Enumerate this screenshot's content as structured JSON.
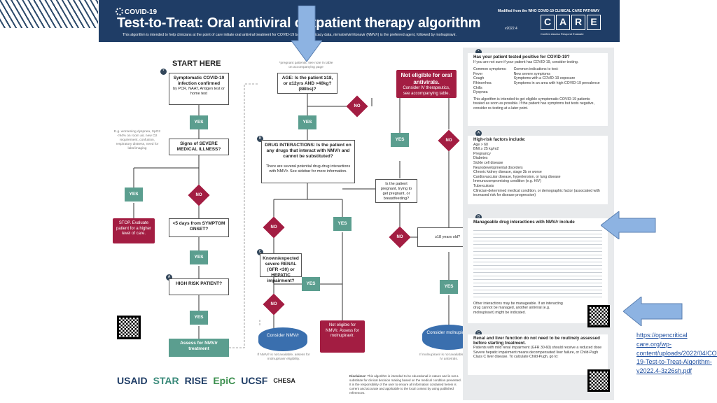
{
  "banner": {
    "covid": "COVID-19",
    "title": "Test-to-Treat: Oral antiviral outpatient therapy algorithm",
    "version": "v2022.4",
    "subtitle": "This algorithm is intended to help clinicians at the point of care initiate oral antiviral treatment for COVID-19 based on efficacy data, nirmatrelvir/ritonavir (NMV/r) is the preferred agent, followed by molnupiravir.",
    "modified": "Modified from the WHO COVID-19 CLINICAL CARE PATHWAY",
    "care_letters": [
      "C",
      "A",
      "R",
      "E"
    ],
    "care_sub": "Confirm   Assess   Respond   Evaluate"
  },
  "flow": {
    "start": "START HERE",
    "symptomatic": "Symptomatic COVID-19 infection confirmed",
    "symptomatic_sub": "by PCR, NAAT, Antigen test or home test",
    "severe_note": "E.g. worsening dyspnea, SpO2 <94% on room air, new O2 requirement, confusion, respiratory distress, need for labs/imaging",
    "severe": "Signs of SEVERE MEDICAL ILLNESS?",
    "stop": "STOP. Evaluate patient for a higher level of care.",
    "onset": "<5 days from SYMPTOM ONSET?",
    "high_risk": "HIGH RISK PATIENT?",
    "assess": "Assess for NMV/r treatment",
    "preg_note": "*pregnant patients, see note in table on accompanying page",
    "age": "AGE: Is the patient ≥18, or ≥12yrs AND >40kg? (88lbs)?",
    "not_eligible_oral": "Not eligible for oral antivirals.",
    "not_eligible_oral_sub": "Consider IV therapeutics, see accompanying table.",
    "drug": "DRUG INTERACTIONS: Is the patient on any drugs that interact with NMV/r and cannot be substituted?",
    "drug_sub": "There are several potential drug-drug interactions with NMV/r. See sidebar for more information.",
    "pregnant": "Is the patient pregnant, trying to get pregnant, or breastfeeding?",
    "renal": "Known/expected severe RENAL (GFR <30) or HEPATIC impairment?",
    "age18": "≥18 years old?",
    "consider_nmv": "Consider NMV/r",
    "nmv_note": "If NMV/r is not available, assess for molnupiravir eligibility.",
    "not_eligible_nmv": "Not eligible for NMV/r. Assess for molnupiravir.",
    "consider_mol": "Consider molnupiravir",
    "mol_note": "If molnupiravir is not available, consider IV antivirals.",
    "yes": "YES",
    "no": "NO"
  },
  "sidebar": {
    "tested": "Has your patient tested positive for COVID-19?",
    "tested_sub": "If you are not sure if your patient has COVID-19, consider testing.",
    "common_head": "Common symptoms:",
    "common": [
      "Fever",
      "Cough",
      "Rhinorrhea",
      "Chills",
      "Dyspnea"
    ],
    "indications_head": "Common indications to test:",
    "indications": [
      "New severe symptoms",
      "Symptoms with a COVID-19 exposure",
      "Symptoms in an area with high COVID-19 prevalence"
    ],
    "intent": "This algorithm is intended to get eligible symptomatic COVID-19 patients treated as soon as possible. If the patient has symptoms but tests negative, consider re-testing at a later point.",
    "risk_head": "High-risk factors include:",
    "risk": [
      "Age > 60",
      "BMI ≥ 25 kg/m2",
      "Pregnancy",
      "Diabetes",
      "Sickle cell disease",
      "Neurodevelopmental disorders",
      "Chronic kidney disease, stage 3b or worse",
      "Cardiovascular disease, hypertension, or lung disease",
      "Immunocompromising condition (e.g. HIV)",
      "Tuberculosis",
      "Clinician-determined medical condition, or demographic factor (associated with increased risk for disease progression)"
    ],
    "drug_head": "Manageable drug interactions with NMV/r include",
    "other": "Other interactions may be manageable. If an interacting drug cannot be managed, another antiviral (e.g. molnupiravir) might be indicated.",
    "renal_head": "Renal and liver function do not need to be routinely assessed before starting treatment.",
    "renal_items": [
      "Patients with mild renal impairment (GFR 30-60) should receive a reduced dose",
      "Severe hepatic impairment means decompensated liver failure, or Child-Pugh Class C liver disease. To calculate Child-Pugh, go to:"
    ]
  },
  "footer": {
    "logos": [
      "USAID",
      "STAR",
      "RISE",
      "EpiC",
      "UCSF",
      "CHESA"
    ],
    "disclaimer_head": "Disclaimer:",
    "disclaimer": "This algorithm is intended to be educational in nature and is not a substitute for clinical decision making based on the medical condition presented. It is the responsibility of the user to ensure all information contained herein is current and accurate and applicable to the local context by using published references."
  },
  "link_text": "https://opencritical care.org/wp-content/uploads/2022/04/COVID-19-Test-to-Treat-Algorithm-v2022.4-3z26sh.pdf",
  "colors": {
    "banner": "#1f3d66",
    "yes": "#5b9e8f",
    "no": "#a31d42",
    "consider": "#3a6fae",
    "callout": "#8db3e2"
  }
}
